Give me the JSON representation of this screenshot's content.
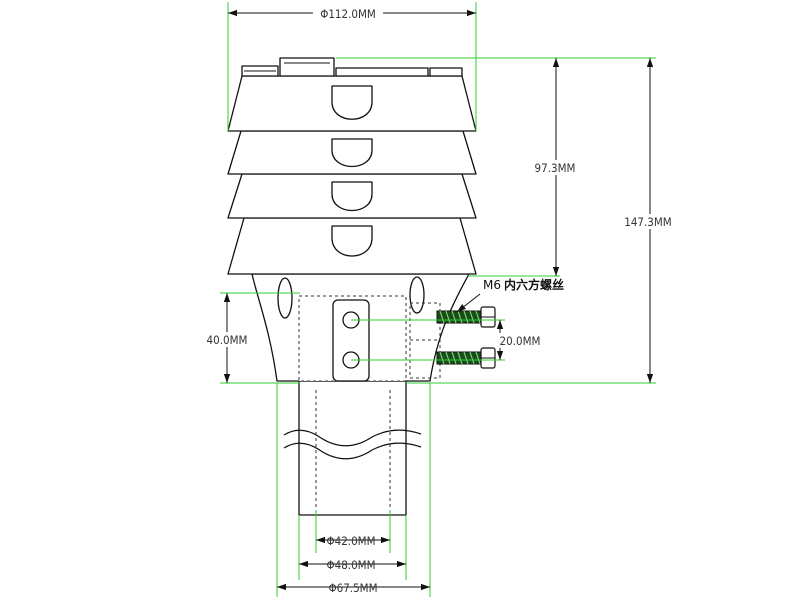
{
  "dimensions": {
    "top_diameter": "Φ112.0MM",
    "shield_height": "97.3MM",
    "total_height": "147.3MM",
    "mount_height": "40.0MM",
    "bolt_spacing": "20.0MM",
    "inner_diameter": "Φ42.0MM",
    "pipe_diameter": "Φ48.0MM",
    "base_diameter": "Φ67.5MM"
  },
  "callout": {
    "prefix": "M6",
    "text": "内六方螺丝"
  },
  "colors": {
    "dimension_line": "#33cc33",
    "outline": "#111111",
    "hidden_line": "#333333",
    "bolt_thread": "#1a4d1a"
  }
}
